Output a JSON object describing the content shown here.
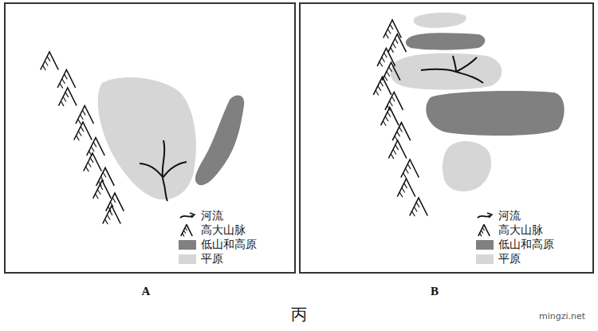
{
  "diagram": {
    "caption": "丙",
    "labels": [
      "A",
      "B",
      "mingzi.net"
    ],
    "legend": [
      {
        "text": "河流"
      },
      {
        "text": "高大山脉"
      },
      {
        "text": "低山和高原",
        "color": "#808080"
      },
      {
        "text": "平原",
        "color": "#d6d6d6"
      },
      {
        "text": "河流"
      },
      {
        "text": "高大山脉"
      },
      {
        "text": "低山和高原",
        "color": "#808080"
      },
      {
        "text": "平原",
        "color": "#d6d6d6"
      }
    ]
  }
}
